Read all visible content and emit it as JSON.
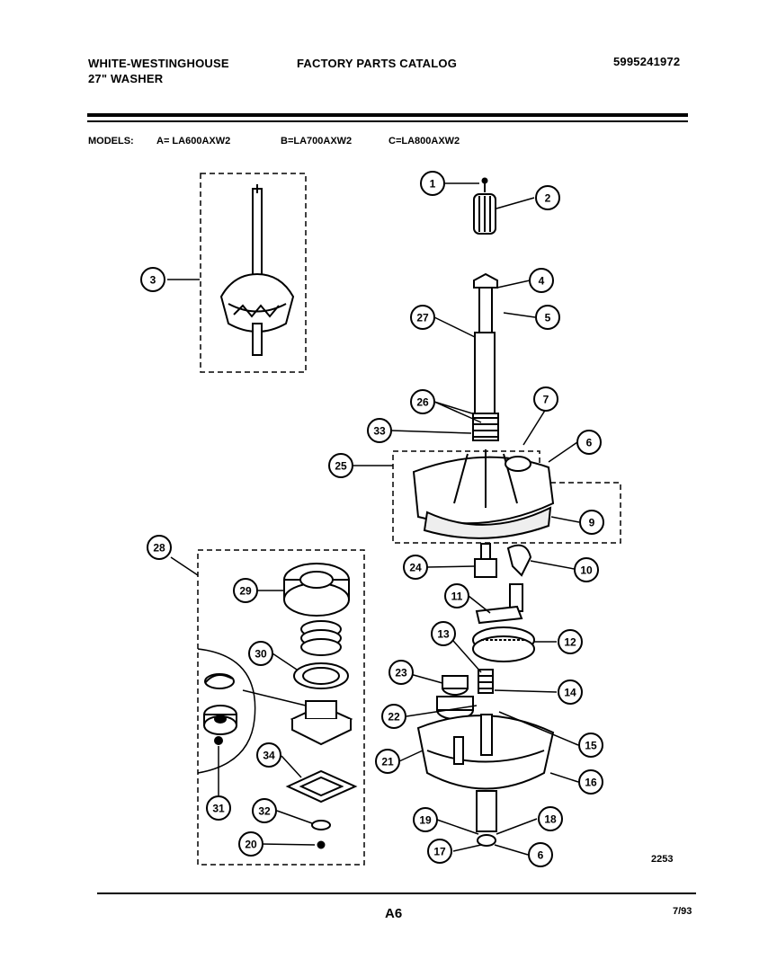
{
  "header": {
    "brand": "WHITE-WESTINGHOUSE",
    "product": "27\" WASHER",
    "catalog_title": "FACTORY PARTS CATALOG",
    "catalog_number": "5995241972"
  },
  "models": {
    "label": "MODELS:",
    "a": "A= LA600AXW2",
    "b": "B=LA700AXW2",
    "c": "C=LA800AXW2"
  },
  "callouts": [
    "1",
    "2",
    "3",
    "4",
    "5",
    "27",
    "26",
    "7",
    "33",
    "6",
    "25",
    "9",
    "28",
    "24",
    "10",
    "29",
    "11",
    "30",
    "13",
    "12",
    "23",
    "14",
    "22",
    "15",
    "21",
    "16",
    "34",
    "31",
    "32",
    "20",
    "19",
    "18",
    "17",
    "6"
  ],
  "figure_code": "2253",
  "footer": {
    "page": "A6",
    "date": "7/93"
  }
}
